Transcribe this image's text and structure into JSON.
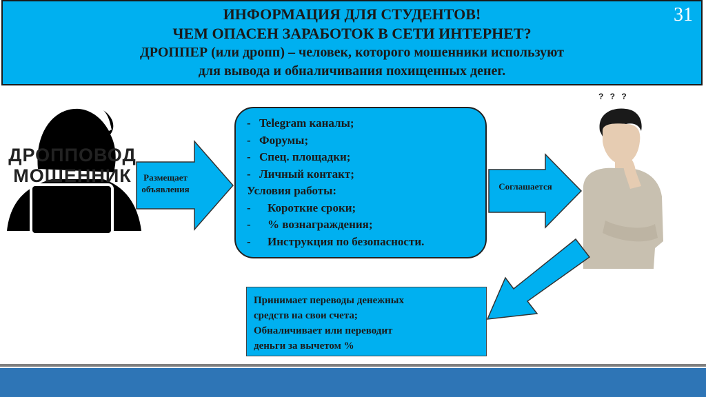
{
  "header": {
    "line1": "ИНФОРМАЦИЯ ДЛЯ СТУДЕНТОВ!",
    "line2": "ЧЕМ ОПАСЕН ЗАРАБОТОК В СЕТИ ИНТЕРНЕТ?",
    "line3": "ДРОППЕР (или дропп) – человек, которого мошенники используют",
    "line4": "для вывода и обналичивания похищенных денег.",
    "slide_number": "31"
  },
  "hacker": {
    "label_line1": "ДРОППОВОД",
    "label_line2": "МОШЕННИК"
  },
  "arrow1": {
    "line1": "Размещает",
    "line2": "объявления"
  },
  "arrow2": {
    "label": "Соглашается"
  },
  "channels": {
    "bullet": "-",
    "items": [
      "Telegram каналы;",
      "Форумы;",
      "Спец. площадки;",
      "Личный контакт;"
    ],
    "conditions_title": "Условия работы:",
    "conditions": [
      "Короткие сроки;",
      "% вознаграждения;",
      "Инструкция по безопасности."
    ]
  },
  "person": {
    "questions": "? ? ?"
  },
  "result": {
    "line1": "Принимает переводы денежных",
    "line2": "средств на свои счета;",
    "line3": "Обналичивает или переводит",
    "line4": "деньги за вычетом %"
  },
  "colors": {
    "accent": "#00b0f0",
    "footer": "#2e75b6",
    "text": "#1a1a1a"
  }
}
